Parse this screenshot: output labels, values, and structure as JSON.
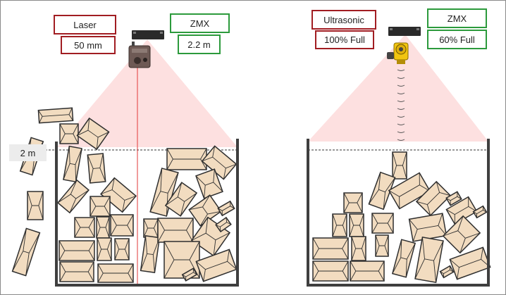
{
  "colors": {
    "cone": "#fde0e0",
    "bin": "#3f3f3f",
    "box_fill": "#f2dcc0",
    "box_stroke": "#2f2f2f",
    "laser_beam": "#e23a3a",
    "label_red": "#a11d22",
    "label_green": "#2c9a3c",
    "ultrasonic": "#f2c511"
  },
  "left_panel": {
    "sensor_label": "Laser",
    "sensor_reading": "50 mm",
    "zmx_label": "ZMX",
    "zmx_reading": "2.2 m",
    "level_label": "2 m"
  },
  "right_panel": {
    "sensor_label": "Ultrasonic",
    "sensor_reading": "100% Full",
    "zmx_label": "ZMX",
    "zmx_reading": "60% Full"
  },
  "icons": [
    "laser-sensor-icon",
    "ultrasonic-sensor-icon",
    "zmx-sensor-icon",
    "box-icon"
  ]
}
